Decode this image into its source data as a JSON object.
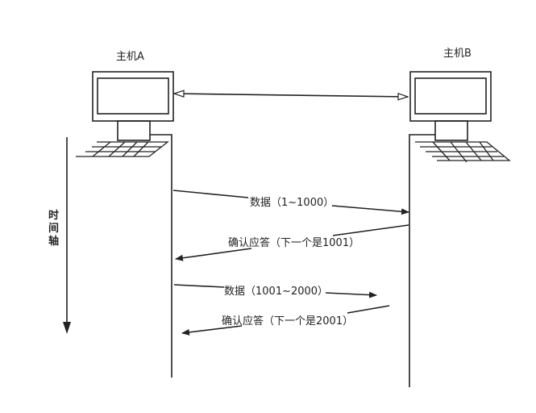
{
  "hosts": {
    "a_label": "主机A",
    "b_label": "主机B"
  },
  "time_axis": {
    "chars": [
      "时",
      "间",
      "轴"
    ]
  },
  "messages": [
    {
      "label": "数据（1~1000）",
      "direction": "A-to-B"
    },
    {
      "label": "确认应答（下一个是1001）",
      "direction": "B-to-A"
    },
    {
      "label": "数据（1001~2000）",
      "direction": "A-to-B"
    },
    {
      "label": "确认应答（下一个是2001）",
      "direction": "B-to-A"
    }
  ]
}
